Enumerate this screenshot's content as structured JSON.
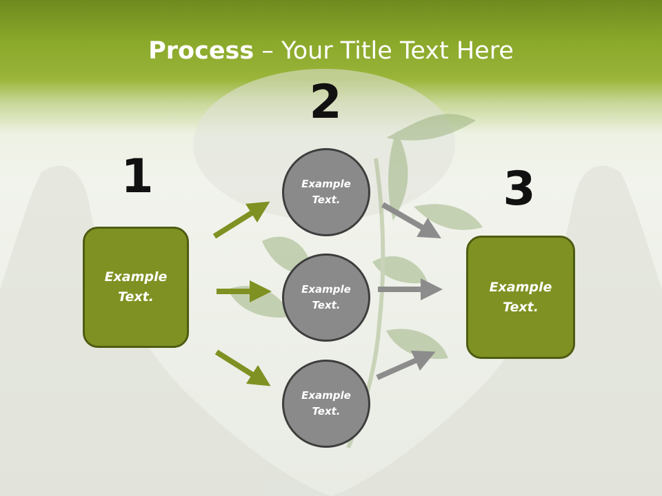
{
  "title": {
    "bold": "Process",
    "rest": " – Your Title Text Here"
  },
  "steps": [
    {
      "number": "1",
      "text": "Example Text."
    },
    {
      "number": "2",
      "items": [
        "Example Text.",
        "Example Text.",
        "Example Text."
      ]
    },
    {
      "number": "3",
      "text": "Example Text."
    }
  ],
  "colors": {
    "header_green": "#8aa82a",
    "box_green": "#7f9122",
    "box_border": "#4d5c12",
    "circle_gray": "#8a8a8a",
    "arrow_gray": "#8c8c8c"
  }
}
